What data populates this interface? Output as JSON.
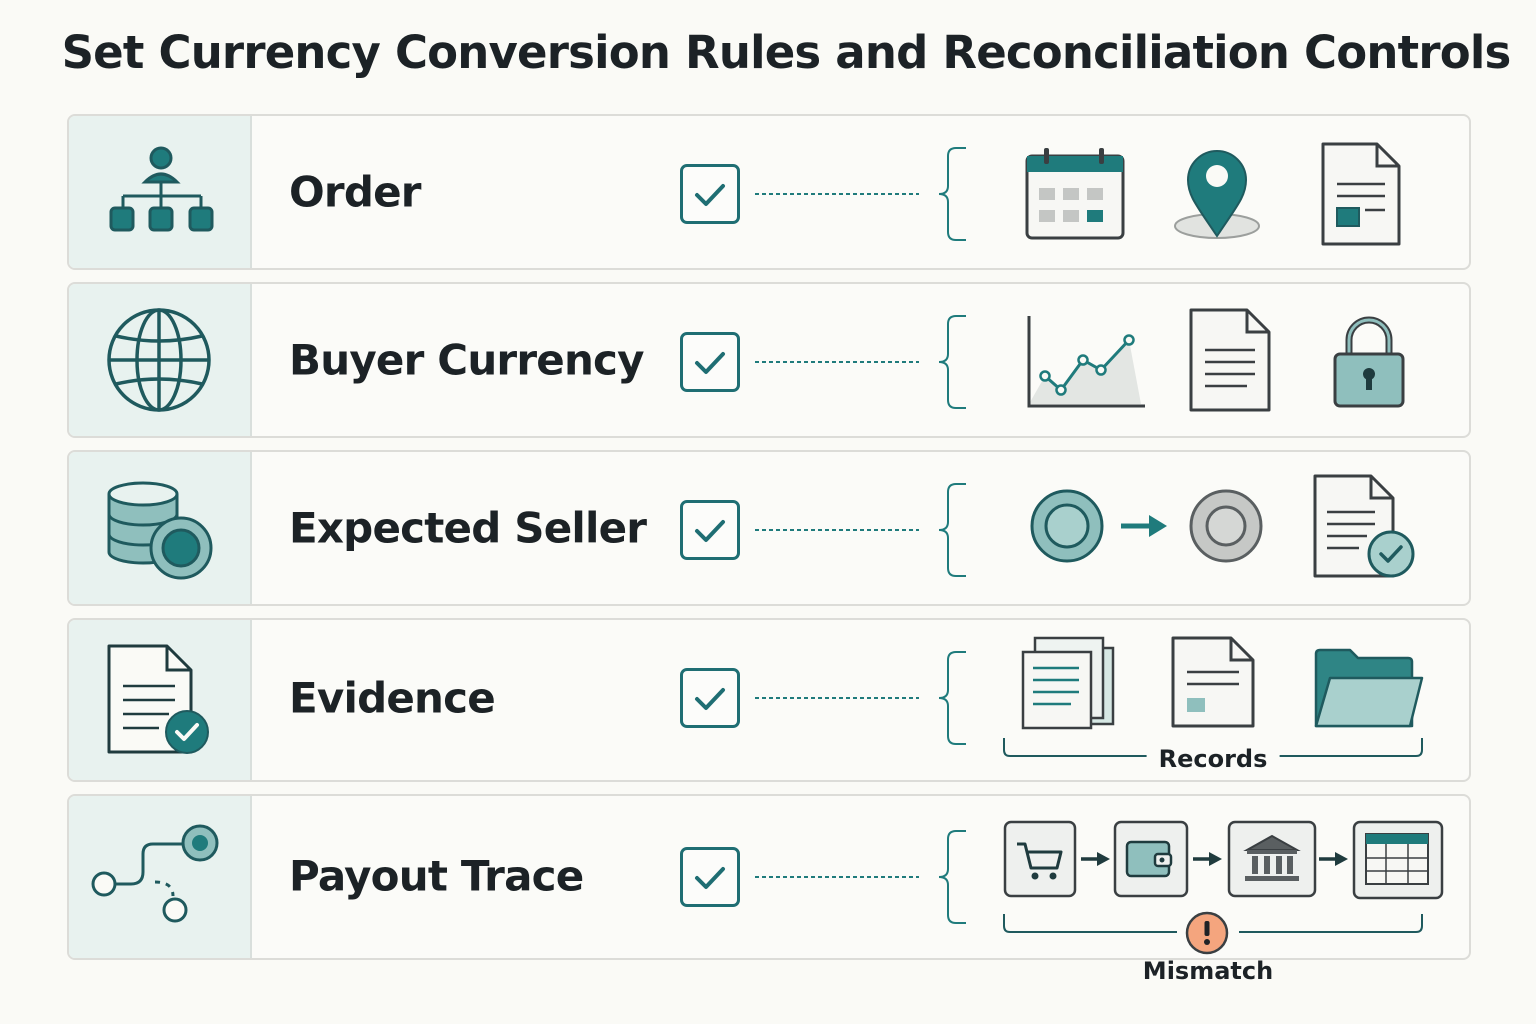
{
  "title": "Set Currency Conversion Rules and Reconciliation Controls",
  "colors": {
    "teal": "#1f7b7c",
    "teal_dark": "#1f5a5e",
    "teal_light": "#8fbfbd",
    "panel": "#e8f2ef",
    "warning": "#f4a57e"
  },
  "rows": [
    {
      "label": "Order",
      "checked": true,
      "row_icon": "org-chart-icon",
      "icons": [
        "calendar-icon",
        "location-pin-icon",
        "document-icon"
      ]
    },
    {
      "label": "Buyer Currency",
      "checked": true,
      "row_icon": "globe-icon",
      "icons": [
        "line-chart-icon",
        "document-icon",
        "padlock-icon"
      ]
    },
    {
      "label": "Expected Seller",
      "checked": true,
      "row_icon": "database-coin-icon",
      "icons": [
        "coin-icon",
        "arrow-right-icon",
        "coin-icon",
        "document-check-icon"
      ]
    },
    {
      "label": "Evidence",
      "checked": true,
      "row_icon": "document-check-icon",
      "icons": [
        "stacked-documents-icon",
        "document-icon",
        "folder-icon"
      ],
      "group_label": "Records"
    },
    {
      "label": "Payout Trace",
      "checked": true,
      "row_icon": "route-icon",
      "icons": [
        "cart-icon",
        "wallet-icon",
        "bank-icon",
        "ledger-table-icon"
      ],
      "group_label": "Mismatch",
      "alert_icon": "warning-icon"
    }
  ]
}
